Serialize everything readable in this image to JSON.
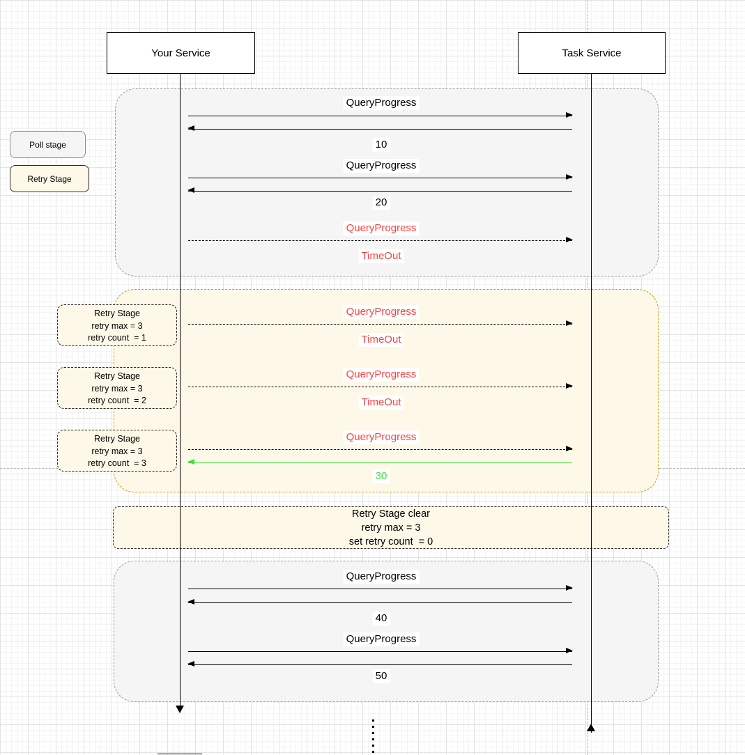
{
  "actors": {
    "left": "Your Service",
    "right": "Task Service"
  },
  "legend": {
    "poll_label": "Poll stage",
    "retry_label": "Retry Stage"
  },
  "colors": {
    "poll_fill": "#f5f5f5",
    "retry_fill": "#fdf8e7",
    "retry_border": "#d79b00",
    "error_text": "#fa4141",
    "success": "#3ce13c"
  },
  "poll_stage": {
    "rows": [
      {
        "request": "QueryProgress",
        "response": "10"
      },
      {
        "request": "QueryProgress",
        "response": "20"
      },
      {
        "request": "QueryProgress",
        "response": "TimeOut"
      }
    ]
  },
  "retry_stage": {
    "attempts": [
      {
        "note": [
          "Retry Stage",
          "retry max = 3",
          "retry count  = 1"
        ],
        "request": "QueryProgress",
        "response": "TimeOut"
      },
      {
        "note": [
          "Retry Stage",
          "retry max = 3",
          "retry count  = 2"
        ],
        "request": "QueryProgress",
        "response": "TimeOut"
      },
      {
        "note": [
          "Retry Stage",
          "retry max = 3",
          "retry count  = 3"
        ],
        "request": "QueryProgress",
        "response": "30"
      }
    ]
  },
  "clear_note": [
    "Retry Stage clear",
    "retry max = 3",
    "set retry count  = 0"
  ],
  "poll_stage_2": {
    "rows": [
      {
        "request": "QueryProgress",
        "response": "40"
      },
      {
        "request": "QueryProgress",
        "response": "50"
      }
    ]
  }
}
